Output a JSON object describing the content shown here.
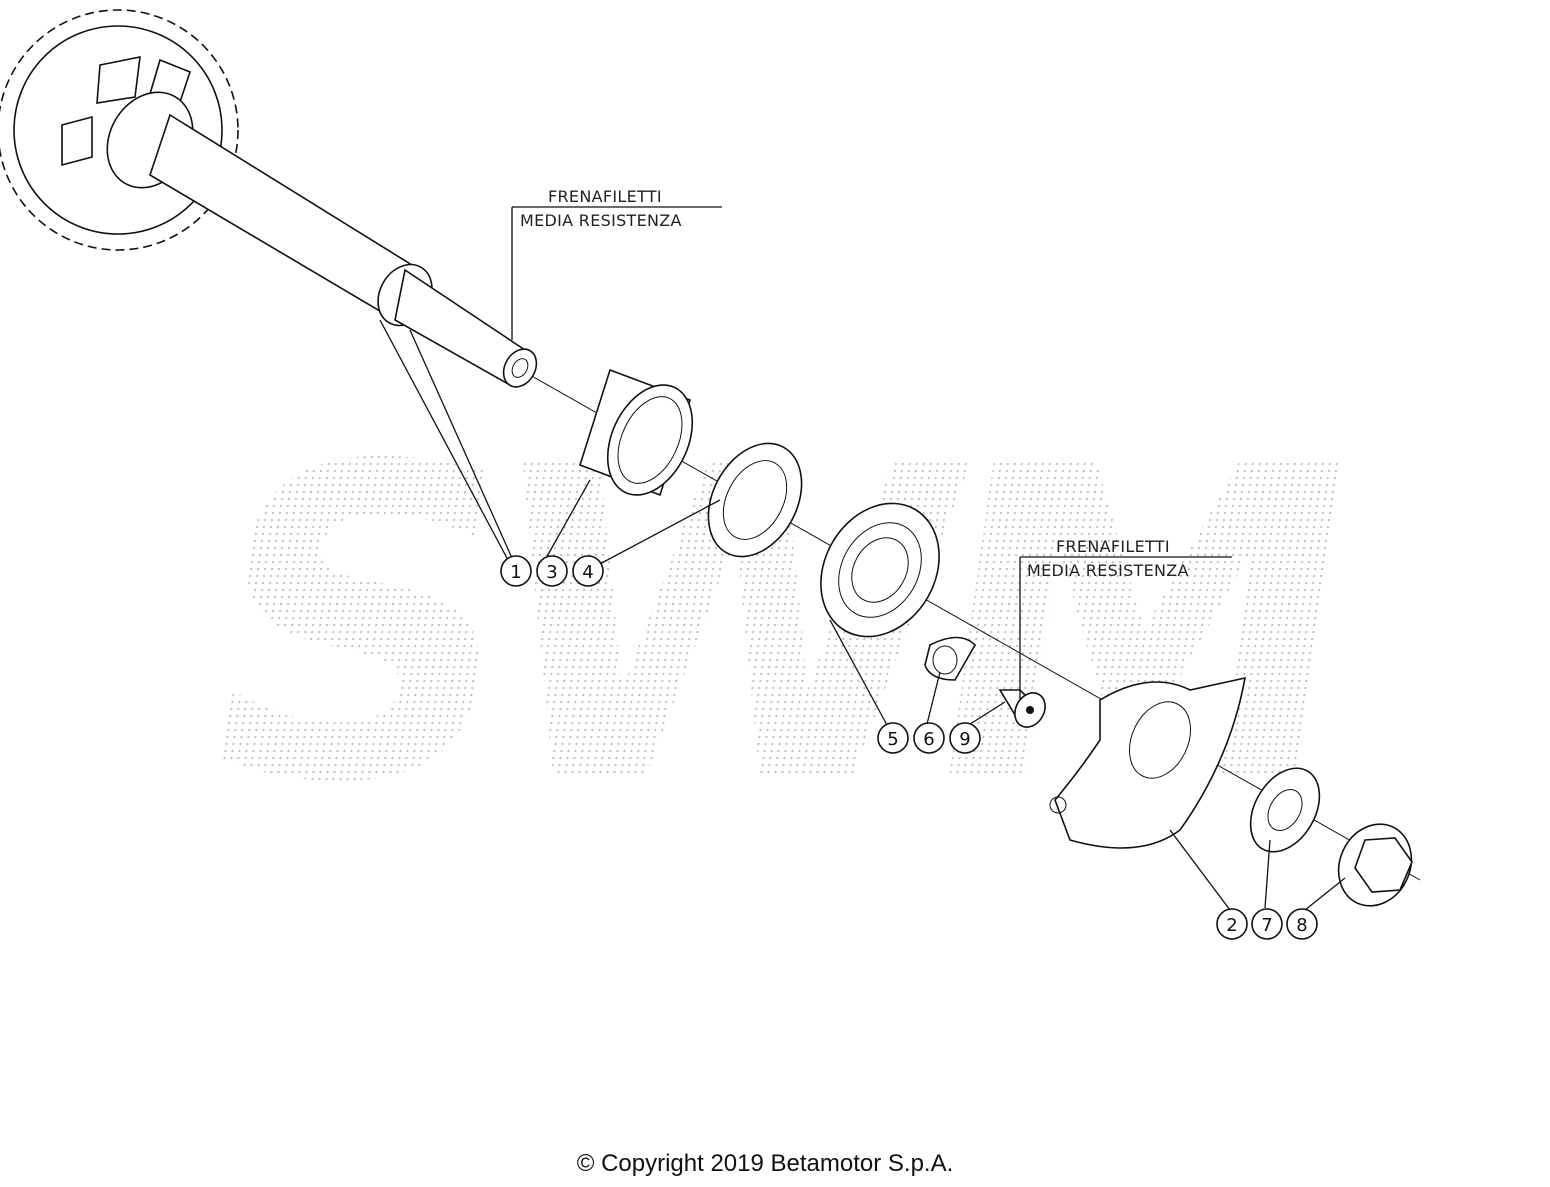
{
  "annotations": [
    {
      "line1": "FRENAFILETTI",
      "line2": "MEDIA RESISTENZA"
    },
    {
      "line1": "FRENAFILETTI",
      "line2": "MEDIA RESISTENZA"
    }
  ],
  "callout_groups": [
    [
      "1",
      "3",
      "4"
    ],
    [
      "5",
      "6",
      "9"
    ],
    [
      "2",
      "7",
      "8"
    ]
  ],
  "watermark": "SWM",
  "copyright": "© Copyright 2019 Betamotor S.p.A."
}
